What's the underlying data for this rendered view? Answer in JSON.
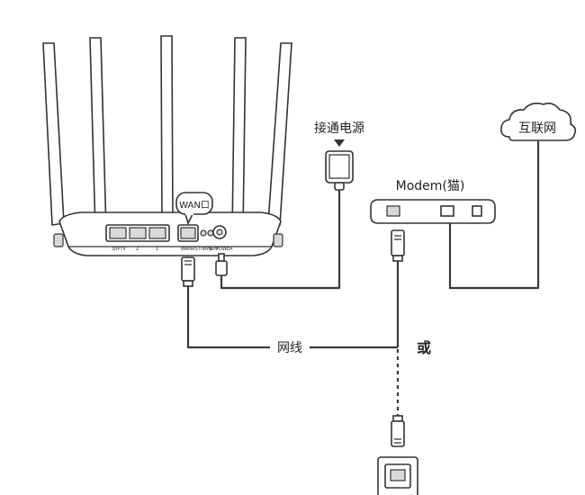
{
  "labels": {
    "power": "接通电源",
    "internet": "互联网",
    "modem": "Modem(猫)",
    "wan": "WAN口",
    "cable": "网线",
    "or": "或"
  },
  "router_ports": {
    "lan_iptv": "3/IPTV",
    "lan2": "2",
    "lan1": "1",
    "wan": "WAN",
    "rst": "RST/WPS",
    "wifi": "WiFi",
    "power": "POWER"
  },
  "colors": {
    "line": "#333333",
    "background": "#ffffff"
  }
}
